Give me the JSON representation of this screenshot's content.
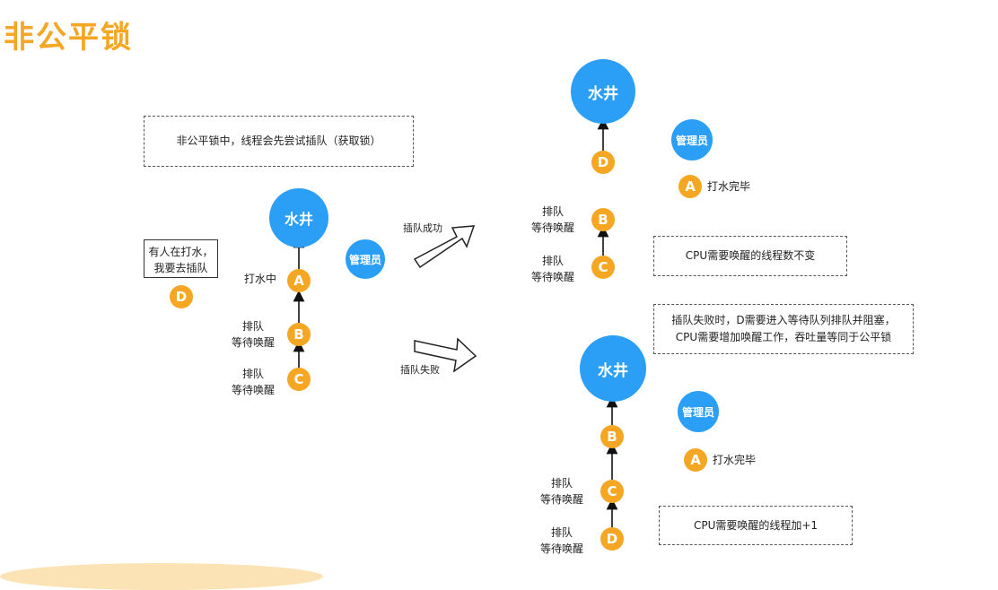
{
  "title": "非公平锁",
  "left": {
    "note": "非公平锁中，线程会先尝试插队（获取锁）",
    "well": "水井",
    "admin": "管理员",
    "wait_note": "有人在打水，\n我要去插队",
    "d": "D",
    "a": "A",
    "a_label": "打水中",
    "b": "B",
    "b_label": "排队\n等待唤醒",
    "c": "C",
    "c_label": "排队\n等待唤醒"
  },
  "arrows": {
    "success": "插队成功",
    "fail": "插队失败"
  },
  "top_right": {
    "well": "水井",
    "admin": "管理员",
    "d": "D",
    "a": "A",
    "a_label": "打水完毕",
    "b": "B",
    "b_label": "排队\n等待唤醒",
    "c": "C",
    "c_label": "排队\n等待唤醒",
    "note": "CPU需要唤醒的线程数不变"
  },
  "bottom_right": {
    "note_top": "插队失败时，D需要进入等待队列排队并阻塞，\nCPU需要增加唤醒工作，吞吐量等同于公平锁",
    "well": "水井",
    "admin": "管理员",
    "a": "A",
    "a_label": "打水完毕",
    "b": "B",
    "c": "C",
    "c_label": "排队\n等待唤醒",
    "d": "D",
    "d_label": "排队\n等待唤醒",
    "note": "CPU需要唤醒的线程加+1"
  },
  "colors": {
    "blue": "#2b9ef5",
    "orange": "#f5a623"
  }
}
